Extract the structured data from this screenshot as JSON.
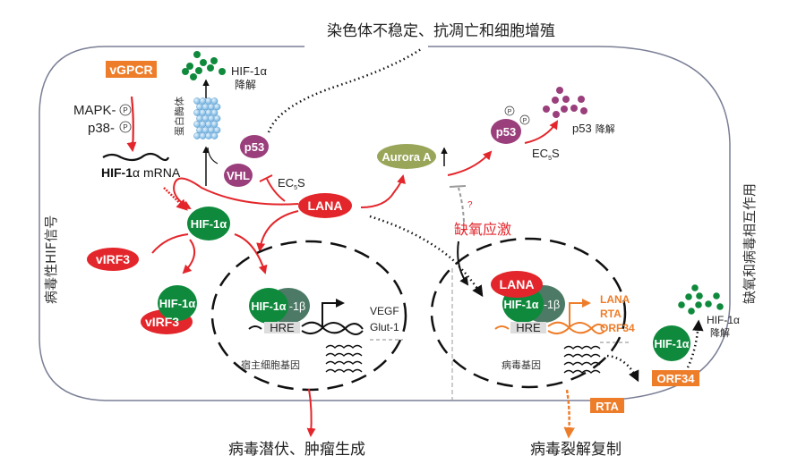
{
  "colors": {
    "red": "#e3262b",
    "orange": "#ee7d2a",
    "green": "#0f8a3c",
    "dark_green": "#4d7a66",
    "purple": "#9a3f7c",
    "olive": "#99a65a",
    "cell_border": "#7a7f95",
    "proteasome": "#8fc3ea",
    "gray_dash": "#9a9a9a",
    "text": "#222222"
  },
  "outputs": {
    "top": "染色体不稳定、抗凋亡和细胞增殖",
    "bottom_left": "病毒潜伏、肿瘤生成",
    "bottom_right": "病毒裂解复制"
  },
  "side_labels": {
    "left": "病毒性HIF信号",
    "right": "缺氧和病毒相互作用"
  },
  "left_panel": {
    "vgpcr": "vGPCR",
    "mapk": "MAPK-",
    "p38": "p38-",
    "phospho": "P",
    "mrna_bold": "HIF-1",
    "mrna_alpha": "α",
    "mrna_rest": " mRNA",
    "proteasome": "蛋白酶体",
    "hif_deg_label": "HIF-1α",
    "hif_deg_sub": "降解",
    "p53": "p53",
    "vhl": "VHL",
    "ec5s": "EC",
    "ec5s_sub": "5",
    "ec5s_end": "S",
    "lana": "LANA",
    "hif1a": "HIF-1α",
    "virf3": "vIRF3",
    "complex_hif": "HIF-1α",
    "complex_virf3": "vIRF3",
    "nucleus": {
      "hif1a": "HIF-1α",
      "hif1b": "-1β",
      "hre": "HRE",
      "genes": [
        "VEGF",
        "Glut-1"
      ],
      "label": "宿主细胞基因"
    }
  },
  "right_panel": {
    "aurora": "Aurora A",
    "p53": "p53",
    "p53_deg": "p53",
    "p53_deg_sub": "降解",
    "ec5s": "EC",
    "ec5s_sub": "5",
    "ec5s_end": "S",
    "hypoxia": "缺氧应激",
    "question": "?",
    "nucleus": {
      "lana": "LANA",
      "hif1a": "HIF-1α",
      "hif1b": "-1β",
      "hre": "HRE",
      "genes": [
        "LANA",
        "RTA",
        "ORF34"
      ],
      "label": "病毒基因"
    },
    "hif1a": "HIF-1α",
    "orf34": "ORF34",
    "rta": "RTA",
    "hif_deg_label": "HIF-1α",
    "hif_deg_sub": "降解"
  }
}
